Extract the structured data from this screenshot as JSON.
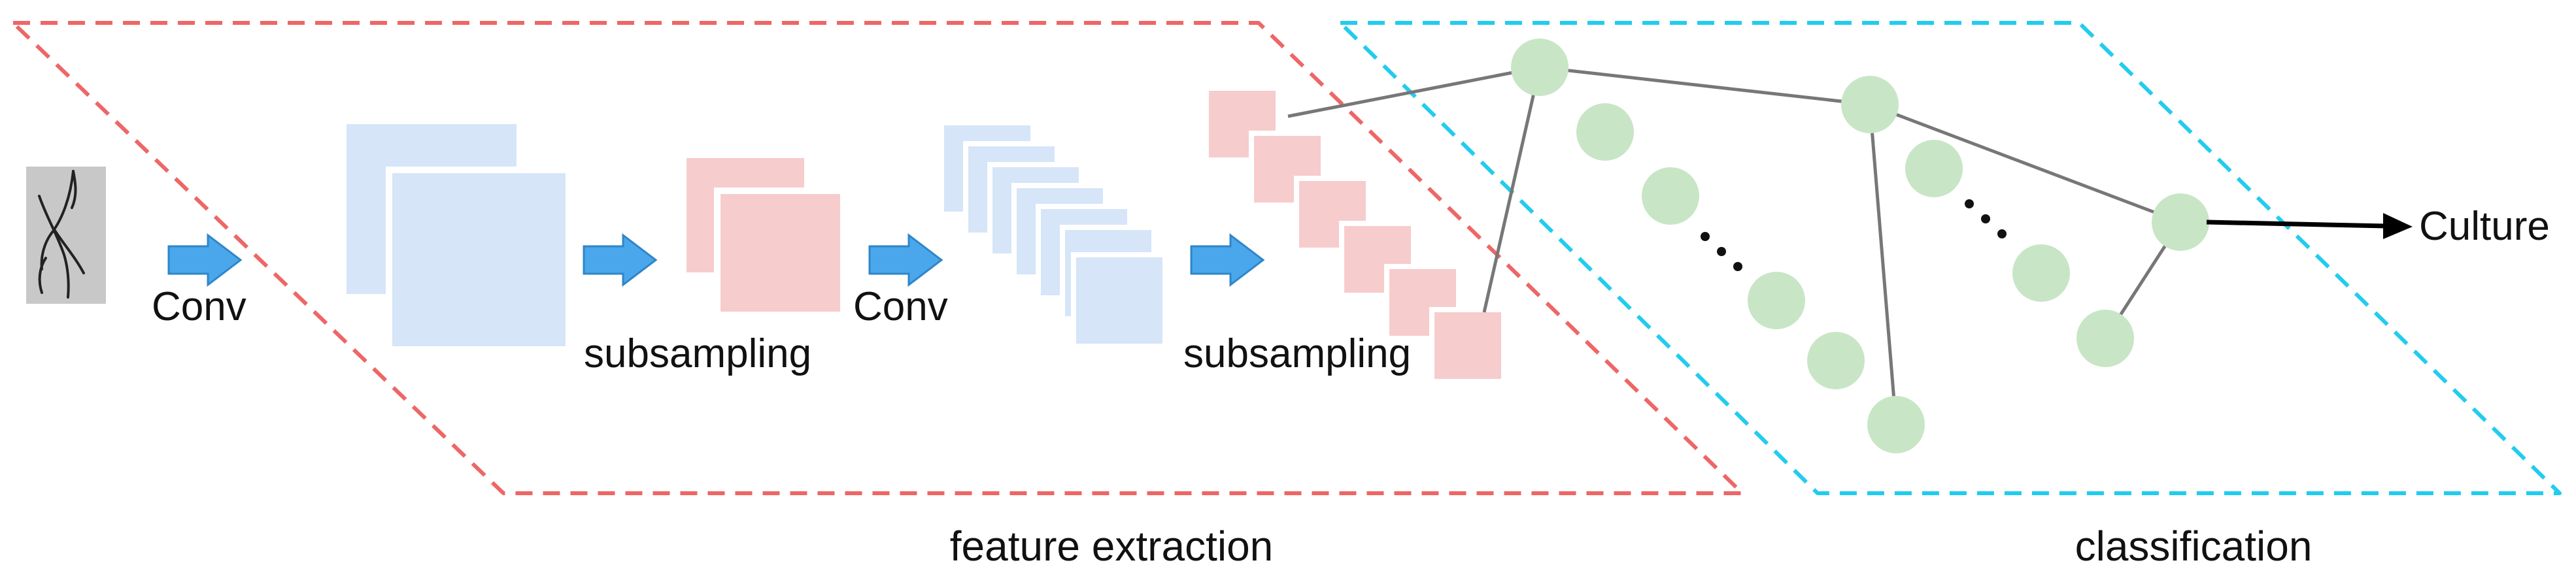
{
  "colors": {
    "feature_region_border": "#ee6666",
    "classification_region_border": "#22ccee",
    "conv_map_fill": "#d6e5f8",
    "pool_map_fill": "#f7cccc",
    "arrow_fill": "#4aa7ec",
    "arrow_stroke": "#2f86c9",
    "neuron_fill": "#c8e6c6",
    "connection": "#777777",
    "output_arrow": "#000000",
    "input_image_bg": "#c8c8c8"
  },
  "icons": {
    "input": "root-sketch-image-icon",
    "flow": "block-right-arrow-icon",
    "output": "right-arrow-icon"
  },
  "labels": {
    "conv_1": "Conv",
    "subsampling_1": "subsampling",
    "conv_2": "Conv",
    "subsampling_2": "subsampling",
    "output_class": "Culture",
    "feature_extraction": "feature extraction",
    "classification": "classification"
  }
}
